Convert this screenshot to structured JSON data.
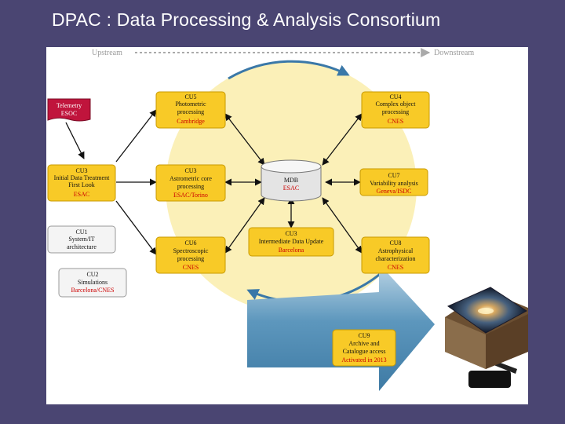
{
  "slide": {
    "title": "DPAC : Data Processing & Analysis Consortium"
  },
  "flow": {
    "upstream": "Upstream",
    "downstream": "Downstream"
  },
  "colors": {
    "background": "#4a4572",
    "circle": "#fbf0b8",
    "box_fill": "#f8ca27",
    "red_text": "#cc0000",
    "arrow_blue": "#4a86ad"
  },
  "nodes": {
    "telemetry": {
      "lines": [
        "Telemetry"
      ],
      "org": "ESOC"
    },
    "cu3_idt": {
      "lines": [
        "CU3",
        "Initial Data Treatment",
        "First Look"
      ],
      "org": "ESAC"
    },
    "cu1": {
      "lines": [
        "CU1",
        "System/IT",
        "architecture"
      ],
      "org": ""
    },
    "cu2": {
      "lines": [
        "CU2",
        "Simulations"
      ],
      "org": "Barcelona/CNES"
    },
    "cu5": {
      "lines": [
        "CU5",
        "Photometric",
        "processing"
      ],
      "org": "Cambridge"
    },
    "cu3_astro": {
      "lines": [
        "CU3",
        "Astrometric core",
        "processing"
      ],
      "org": "ESAC/Torino"
    },
    "cu6": {
      "lines": [
        "CU6",
        "Spectroscopic",
        "processing"
      ],
      "org": "CNES"
    },
    "mdb": {
      "lines": [
        "MDB"
      ],
      "org": "ESAC"
    },
    "cu3_idu": {
      "lines": [
        "CU3",
        "Intermediate Data Update"
      ],
      "org": "Barcelona"
    },
    "cu4": {
      "lines": [
        "CU4",
        "Complex object",
        "processing"
      ],
      "org": "CNES"
    },
    "cu7": {
      "lines": [
        "CU7",
        "Variability analysis"
      ],
      "org": "Geneva/ISDC"
    },
    "cu8": {
      "lines": [
        "CU8",
        "Astrophysical",
        "characterization"
      ],
      "org": "CNES"
    },
    "cu9": {
      "lines": [
        "CU9",
        "Archive and",
        "Catalogue access"
      ],
      "org": "Activated in 2013"
    }
  }
}
